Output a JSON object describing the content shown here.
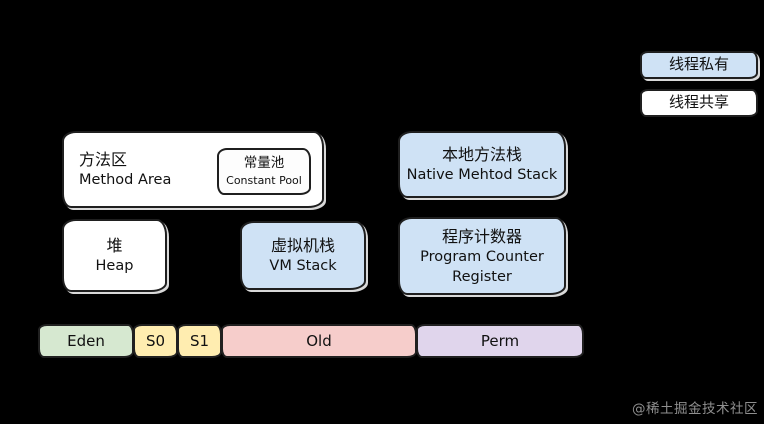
{
  "legend": {
    "private_label": "线程私有",
    "shared_label": "线程共享"
  },
  "boxes": {
    "method_area": {
      "zh": "方法区",
      "en": "Method Area"
    },
    "constant_pool": {
      "zh": "常量池",
      "en": "Constant Pool"
    },
    "heap": {
      "zh": "堆",
      "en": "Heap"
    },
    "vm_stack": {
      "zh": "虚拟机栈",
      "en": "VM Stack"
    },
    "native_stack": {
      "zh": "本地方法栈",
      "en": "Native Mehtod Stack"
    },
    "pc_register": {
      "zh": "程序计数器",
      "en": "Program Counter Register"
    }
  },
  "heap_bar": {
    "segments": [
      {
        "label": "Eden",
        "color": "#d6e8d0"
      },
      {
        "label": "S0",
        "color": "#ffedb0"
      },
      {
        "label": "S1",
        "color": "#ffedb0"
      },
      {
        "label": "Old",
        "color": "#f6cdcb"
      },
      {
        "label": "Perm",
        "color": "#e0d5ec"
      }
    ]
  },
  "colors": {
    "background": "#000000",
    "thread_private_fill": "#cfe2f5",
    "thread_shared_fill": "#ffffff",
    "border": "#1f1f1f"
  },
  "watermark": "@稀土掘金技术社区"
}
